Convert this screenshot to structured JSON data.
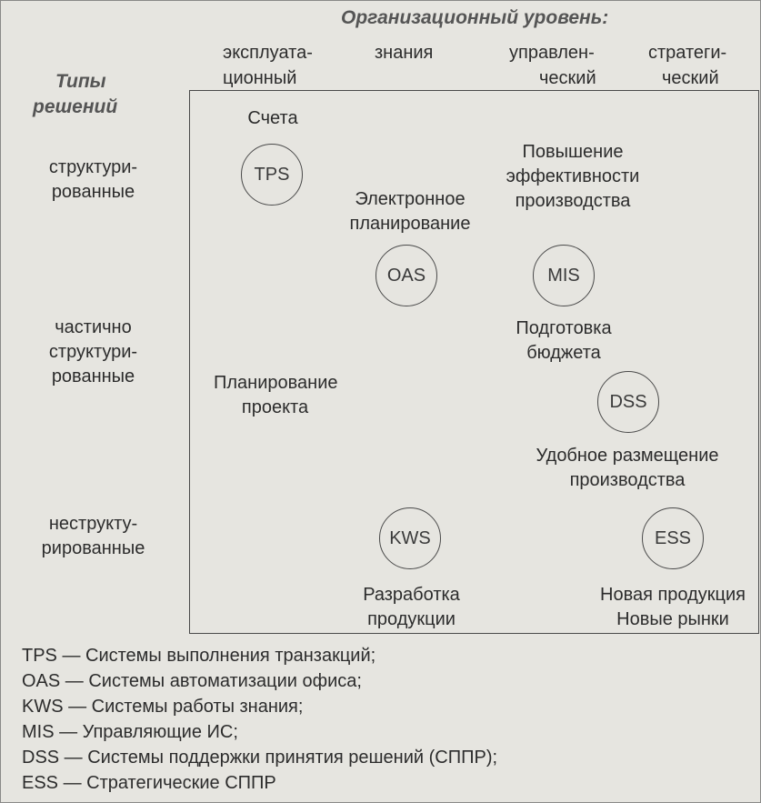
{
  "header": {
    "org_level_title": "Организационный уровень:",
    "levels": [
      {
        "line1": "эксплуата-",
        "line2": "ционный"
      },
      {
        "line1": "знания",
        "line2": ""
      },
      {
        "line1": "управлен-",
        "line2": "ческий"
      },
      {
        "line1": "стратеги-",
        "line2": "ческий"
      }
    ]
  },
  "decisions": {
    "title_line1": "Типы",
    "title_line2": "решений",
    "rows": [
      {
        "line1": "структури-",
        "line2": "рованные",
        "line3": ""
      },
      {
        "line1": "частично",
        "line2": "структури-",
        "line3": "рованные"
      },
      {
        "line1": "неструкту-",
        "line2": "рированные",
        "line3": ""
      }
    ]
  },
  "systems": [
    {
      "code": "TPS",
      "label_above": "Счета",
      "label_above2": "",
      "label_above3": ""
    },
    {
      "code": "OAS",
      "label_above": "Электронное",
      "label_above2": "планирование"
    },
    {
      "code": "MIS",
      "label_above": "Повышение",
      "label_above2": "эффективности",
      "label_above3": "производства",
      "label_below": "Подготовка",
      "label_below2": "бюджета"
    },
    {
      "code": "DSS",
      "label_above": "Планирование",
      "label_above2": "проекта",
      "label_below": "Удобное размещение",
      "label_below2": "производства"
    },
    {
      "code": "KWS",
      "label_below": "Разработка",
      "label_below2": "продукции"
    },
    {
      "code": "ESS",
      "label_below": "Новая продукция",
      "label_below2": "Новые рынки"
    }
  ],
  "legend": [
    "TPS — Системы выполнения транзакций;",
    "OAS — Системы автоматизации офиса;",
    "KWS — Системы работы знания;",
    "MIS — Управляющие ИС;",
    "DSS — Системы поддержки принятия решений (СППР);",
    "ESS — Стратегические СППР"
  ]
}
